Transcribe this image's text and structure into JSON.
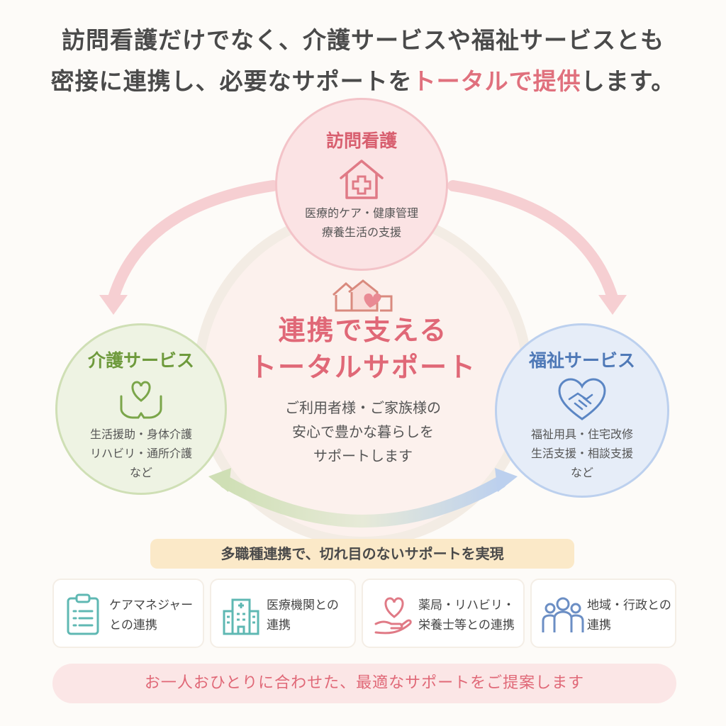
{
  "headline": {
    "line1": "訪問看護だけでなく、介護サービスや福祉サービスとも",
    "line2_before": "密接に連携し、必要なサポートを",
    "line2_accent": "トータルで提供",
    "line2_after": "します。"
  },
  "circles": {
    "top": {
      "title": "訪問看護",
      "icon": "home-medical-icon",
      "line1": "医療的ケア・健康管理",
      "line2": "療養生活の支援"
    },
    "left": {
      "title": "介護サービス",
      "icon": "hands-heart-icon",
      "line1": "生活援助・身体介護",
      "line2": "リハビリ・通所介護",
      "line3": "など"
    },
    "right": {
      "title": "福祉サービス",
      "icon": "handshake-heart-icon",
      "line1": "福祉用具・住宅改修",
      "line2": "生活支援・相談支援",
      "line3": "など"
    }
  },
  "center": {
    "icon": "houses-heart-icon",
    "title1": "連携で支える",
    "title2": "トータルサポート",
    "desc1": "ご利用者様・ご家族様の",
    "desc2": "安心で豊かな暮らしを",
    "desc3": "サポートします"
  },
  "banner": "多職種連携で、切れ目のないサポートを実現",
  "cards": [
    {
      "icon": "clipboard-icon",
      "text": "ケアマネジャー\nとの連携"
    },
    {
      "icon": "hospital-building-icon",
      "text": "医療機関との\n連携"
    },
    {
      "icon": "heart-hand-icon",
      "text": "薬局・リハビリ・\n栄養士等との連携"
    },
    {
      "icon": "people-group-icon",
      "text": "地域・行政との\n連携"
    }
  ],
  "footer": "お一人おひとりに合わせた、最適なサポートをご提案します",
  "colors": {
    "accent": "#e06877",
    "pink": "#f3c3c8",
    "green": "#cfdfb5",
    "blue": "#bcd0ee",
    "banner": "#fbe9c8"
  }
}
